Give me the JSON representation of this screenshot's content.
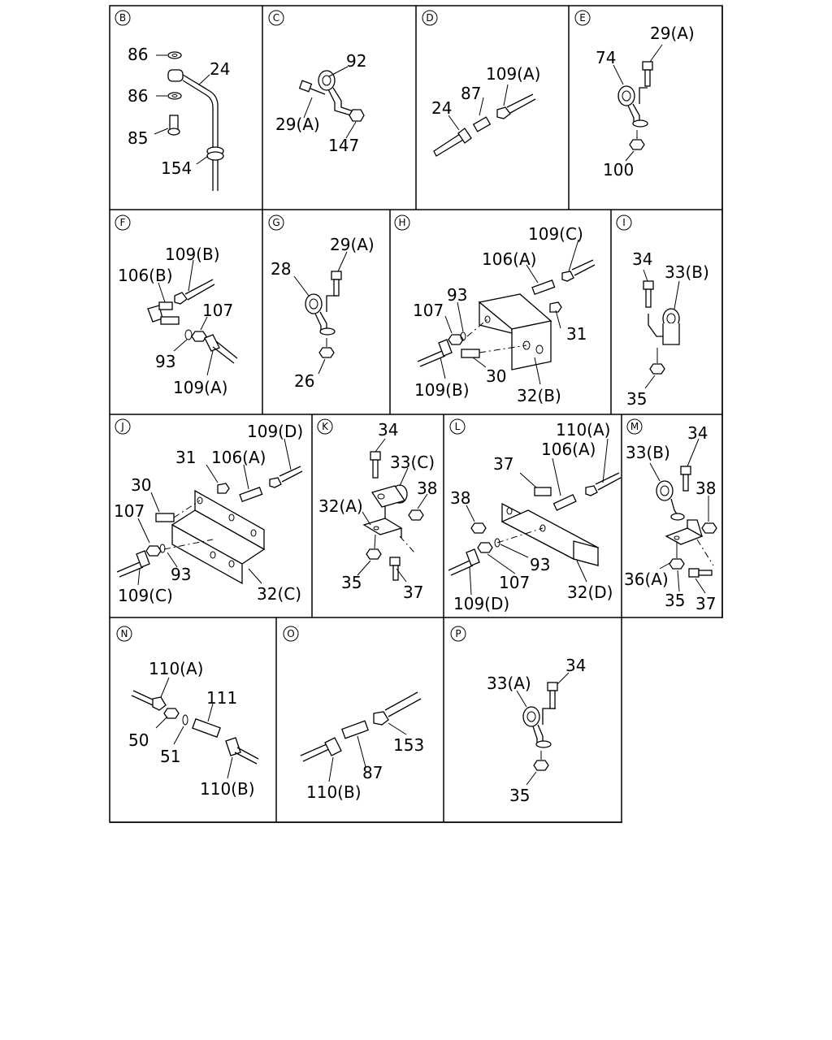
{
  "panels": {
    "B": {
      "badge": "B",
      "labels": [
        "86",
        "24",
        "86",
        "85",
        "154"
      ]
    },
    "C": {
      "badge": "C",
      "labels": [
        "92",
        "29(A)",
        "147"
      ]
    },
    "D": {
      "badge": "D",
      "labels": [
        "109(A)",
        "87",
        "24"
      ]
    },
    "E": {
      "badge": "E",
      "labels": [
        "29(A)",
        "74",
        "100"
      ]
    },
    "F": {
      "badge": "F",
      "labels": [
        "109(B)",
        "106(B)",
        "107",
        "93",
        "109(A)"
      ]
    },
    "G": {
      "badge": "G",
      "labels": [
        "29(A)",
        "28",
        "26"
      ]
    },
    "H": {
      "badge": "H",
      "labels": [
        "109(C)",
        "106(A)",
        "93",
        "107",
        "31",
        "109(B)",
        "30",
        "32(B)"
      ]
    },
    "I": {
      "badge": "I",
      "labels": [
        "34",
        "33(B)",
        "35"
      ]
    },
    "J": {
      "badge": "J",
      "labels": [
        "109(D)",
        "31",
        "106(A)",
        "30",
        "107",
        "93",
        "109(C)",
        "32(C)"
      ]
    },
    "K": {
      "badge": "K",
      "labels": [
        "34",
        "33(C)",
        "38",
        "32(A)",
        "35",
        "37"
      ]
    },
    "L": {
      "badge": "L",
      "labels": [
        "110(A)",
        "106(A)",
        "37",
        "38",
        "93",
        "107",
        "109(D)",
        "32(D)"
      ]
    },
    "M": {
      "badge": "M",
      "labels": [
        "34",
        "33(B)",
        "38",
        "36(A)",
        "35",
        "37"
      ]
    },
    "N": {
      "badge": "N",
      "labels": [
        "110(A)",
        "111",
        "50",
        "51",
        "110(B)"
      ]
    },
    "O": {
      "badge": "O",
      "labels": [
        "153",
        "87",
        "110(B)"
      ]
    },
    "P": {
      "badge": "P",
      "labels": [
        "34",
        "33(A)",
        "35"
      ]
    }
  }
}
